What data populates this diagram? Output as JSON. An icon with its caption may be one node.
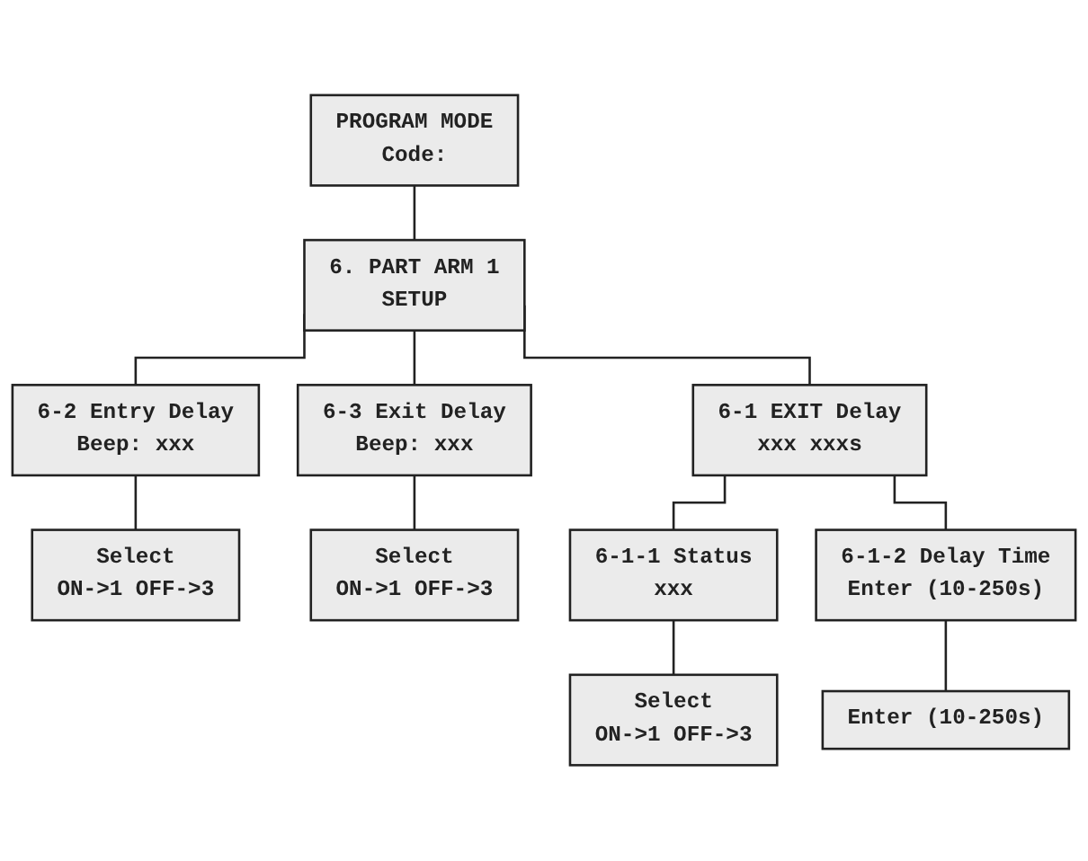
{
  "diagram": {
    "nodes": [
      {
        "text": [
          "PROGRAM MODE",
          "Code:"
        ]
      },
      {
        "text": [
          "6. PART ARM 1",
          "SETUP"
        ]
      },
      {
        "text": [
          "6-1 EXIT Delay",
          "xxx xxxs"
        ]
      },
      {
        "text": [
          "6-2 Entry Delay",
          "Beep: xxx"
        ]
      },
      {
        "text": [
          "6-3 Exit Delay",
          "Beep: xxx"
        ]
      },
      {
        "text": [
          "Select",
          "ON->1 OFF->3"
        ]
      },
      {
        "text": [
          "Select",
          "ON->1 OFF->3"
        ]
      },
      {
        "text": [
          "6-1-1 Status",
          "xxx"
        ]
      },
      {
        "text": [
          "6-1-2 Delay Time",
          "Enter (10-250s)"
        ]
      },
      {
        "text": [
          "Select",
          "ON->1 OFF->3"
        ]
      },
      {
        "text": [
          "Enter (10-250s)"
        ]
      }
    ],
    "edges": [
      {
        "from": 0,
        "to": 1,
        "arrow": "none"
      },
      {
        "from": 1,
        "to": 2,
        "arrow": "none"
      },
      {
        "from": 1,
        "to": 3,
        "arrow": "none"
      },
      {
        "from": 1,
        "to": 4,
        "arrow": "none"
      },
      {
        "from": 3,
        "to": 5,
        "arrow": "none"
      },
      {
        "from": 4,
        "to": 6,
        "arrow": "none"
      },
      {
        "from": 2,
        "to": 7,
        "arrow": "none"
      },
      {
        "from": 2,
        "to": 8,
        "arrow": "none"
      },
      {
        "from": 7,
        "to": 9,
        "arrow": "none"
      },
      {
        "from": 8,
        "to": 10,
        "arrow": "none"
      }
    ]
  }
}
